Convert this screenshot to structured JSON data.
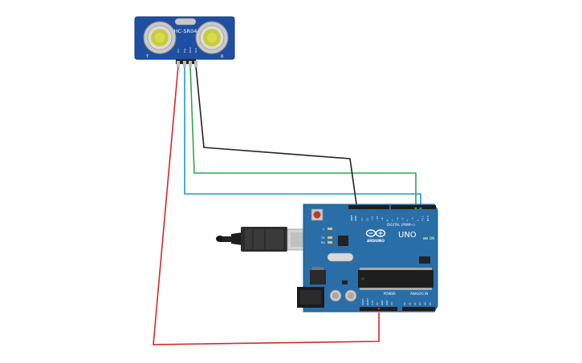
{
  "sensor": {
    "model": "HC-SR04",
    "left_mark": "T",
    "right_mark": "R",
    "pins": [
      "Vcc",
      "Trig",
      "Echo",
      "Gnd"
    ]
  },
  "arduino": {
    "model": "UNO",
    "brand": "ARDUINO",
    "digital_label": "DIGITAL (PWM~)",
    "power_label": "POWER",
    "analog_label": "ANALOG IN",
    "on_label": "ON",
    "tx_label": "TX",
    "rx_label": "RX",
    "l_label": "L",
    "aref_label": "AREF",
    "gnd_label": "GND",
    "ioref_label": "IOREF",
    "reset_label": "RESET",
    "v33_label": "3.3V",
    "v5_label": "5V",
    "vin_label": "Vin",
    "digital_pins": [
      "13",
      "12",
      "~11",
      "~10",
      "~9",
      "8",
      "7",
      "~6",
      "~5",
      "4",
      "~3",
      "2",
      "TX 1",
      "RX 0"
    ],
    "analog_pins": [
      "A0",
      "A1",
      "A2",
      "A3",
      "A4",
      "A5"
    ]
  },
  "wire_colors": {
    "vcc": "#d42a2a",
    "trig": "#1a9bd6",
    "echo": "#2aa84a",
    "gnd": "#222222"
  }
}
